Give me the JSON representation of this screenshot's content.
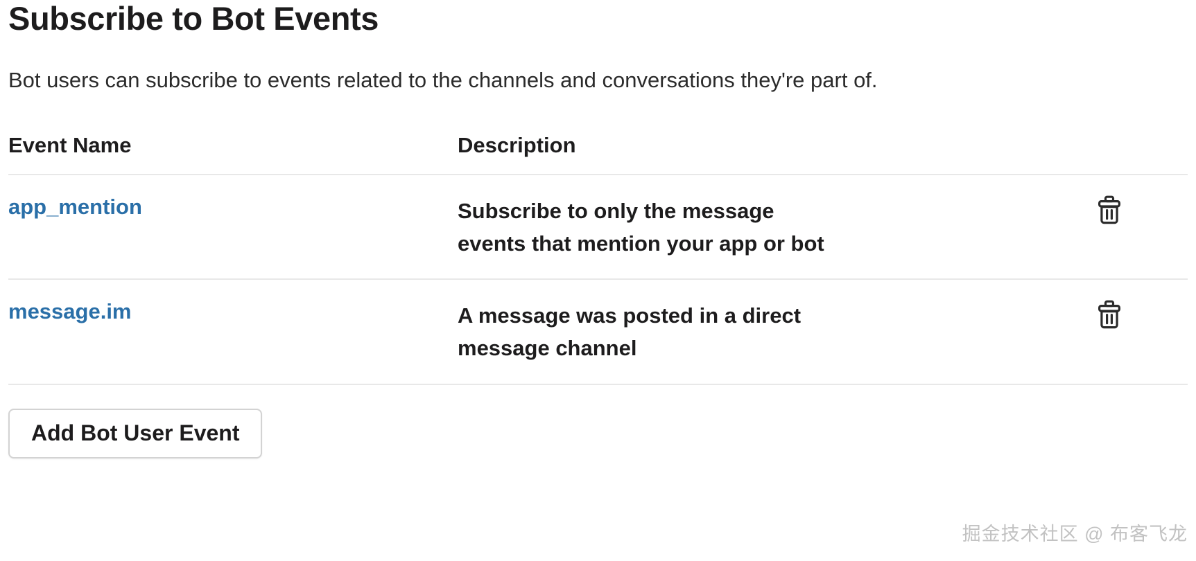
{
  "header": {
    "title": "Subscribe to Bot Events",
    "subtitle": "Bot users can subscribe to events related to the channels and conversations they're part of."
  },
  "table": {
    "columns": [
      {
        "key": "event_name",
        "label": "Event Name"
      },
      {
        "key": "description",
        "label": "Description"
      },
      {
        "key": "actions",
        "label": ""
      }
    ],
    "rows": [
      {
        "event_name": "app_mention",
        "description": "Subscribe to only the message events that mention your app or bot",
        "delete_icon": "trash-icon"
      },
      {
        "event_name": "message.im",
        "description": "A message was posted in a direct message channel",
        "delete_icon": "trash-icon"
      }
    ]
  },
  "actions": {
    "add_bot_user_event_label": "Add Bot User Event"
  },
  "watermark": {
    "text": "掘金技术社区 @ 布客飞龙"
  },
  "colors": {
    "link": "#2a6fa8",
    "text": "#1d1c1d",
    "divider": "#e8e8e8",
    "button_border": "#d3d3d3",
    "watermark": "#c2c2c2",
    "background": "#ffffff"
  }
}
